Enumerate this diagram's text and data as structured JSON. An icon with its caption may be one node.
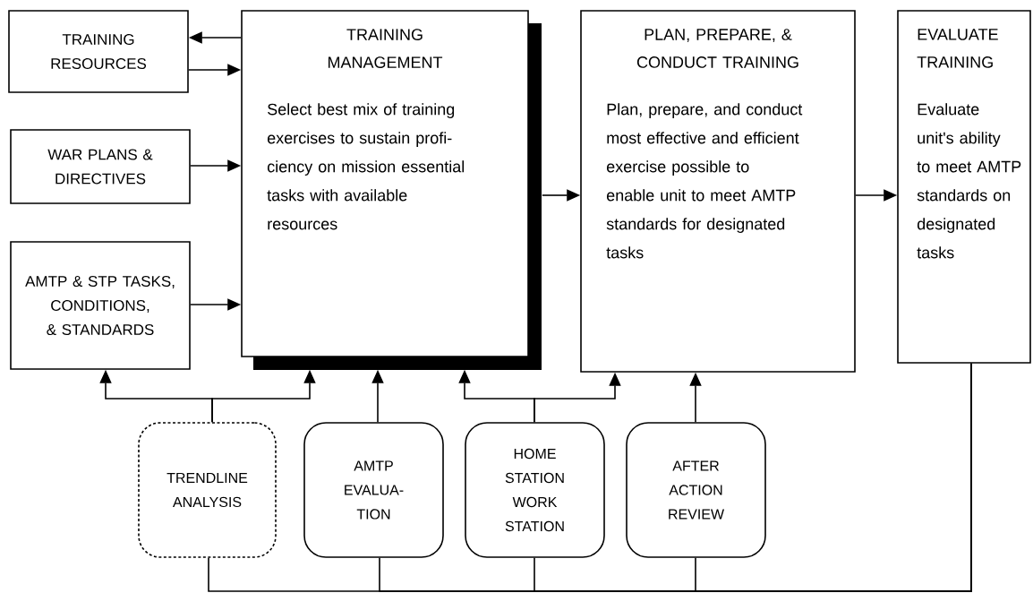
{
  "diagram": {
    "nodes": [
      {
        "text": [
          "TRAINING RESOURCES"
        ]
      },
      {
        "text": [
          "WAR PLANS & DIRECTIVES"
        ]
      },
      {
        "text": [
          "AMTP & STP TASKS, CONDITIONS, & STANDARDS"
        ]
      },
      {
        "text": [
          "TRAINING MANAGEMENT",
          "Select best mix of training exercises to sustain profi- ciency on mission essential tasks with available resources"
        ]
      },
      {
        "text": [
          "PLAN, PREPARE, & CONDUCT TRAINING",
          "Plan, prepare, and conduct most effective and efficient exercise possible to enable unit to meet AMTP standards for designated tasks"
        ]
      },
      {
        "text": [
          "EVALUATE TRAINING",
          "Evaluate unit's ability to meet AMTP standards on designated tasks"
        ]
      },
      {
        "text": [
          "TRENDLINE ANALYSIS"
        ]
      },
      {
        "text": [
          "AMTP EVALUA- TION"
        ]
      },
      {
        "text": [
          "HOME STATION WORK STATION"
        ]
      },
      {
        "text": [
          "AFTER ACTION REVIEW"
        ]
      }
    ],
    "edges": [
      {
        "from": 3,
        "to": 0,
        "arrow": "to"
      },
      {
        "from": 0,
        "to": 3,
        "arrow": "to"
      },
      {
        "from": 1,
        "to": 3,
        "arrow": "to"
      },
      {
        "from": 2,
        "to": 3,
        "arrow": "to"
      },
      {
        "from": 3,
        "to": 4,
        "arrow": "to"
      },
      {
        "from": 4,
        "to": 5,
        "arrow": "to"
      },
      {
        "from": 6,
        "to": 2,
        "arrow": "to"
      },
      {
        "from": 6,
        "to": 3,
        "arrow": "to"
      },
      {
        "from": 7,
        "to": 3,
        "arrow": "to"
      },
      {
        "from": 8,
        "to": 3,
        "arrow": "to"
      },
      {
        "from": 8,
        "to": 4,
        "arrow": "to"
      },
      {
        "from": 9,
        "to": 4,
        "arrow": "to"
      },
      {
        "from": 5,
        "to": 6,
        "arrow": "none"
      },
      {
        "from": 5,
        "to": 7,
        "arrow": "none"
      },
      {
        "from": 5,
        "to": 8,
        "arrow": "none"
      },
      {
        "from": 5,
        "to": 9,
        "arrow": "none"
      }
    ]
  }
}
